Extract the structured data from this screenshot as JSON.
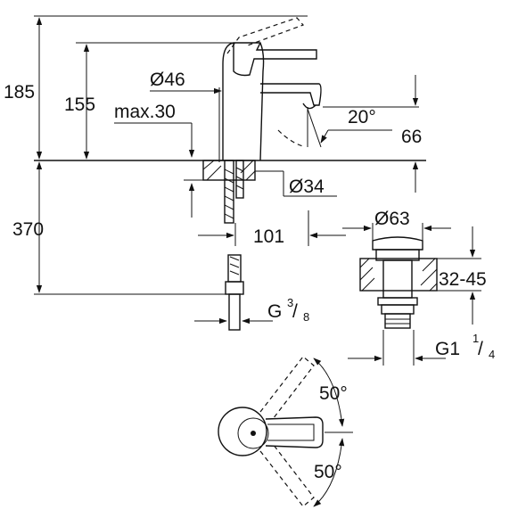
{
  "dimensions": {
    "height_total": "185",
    "height_spout": "155",
    "deck_thickness": "max.30",
    "body_diameter": "Ø46",
    "hole_diameter": "Ø34",
    "spout_angle": "20°",
    "outlet_height": "66",
    "supply_length": "370",
    "projection": "101",
    "thread_supply": "G",
    "thread_supply_num": "3",
    "thread_supply_den": "8",
    "waste_diameter": "Ø63",
    "basin_thickness": "32-45",
    "thread_waste": "G1",
    "thread_waste_num": "1",
    "thread_waste_den": "4",
    "lever_angle_up": "50°",
    "lever_angle_down": "50°"
  }
}
